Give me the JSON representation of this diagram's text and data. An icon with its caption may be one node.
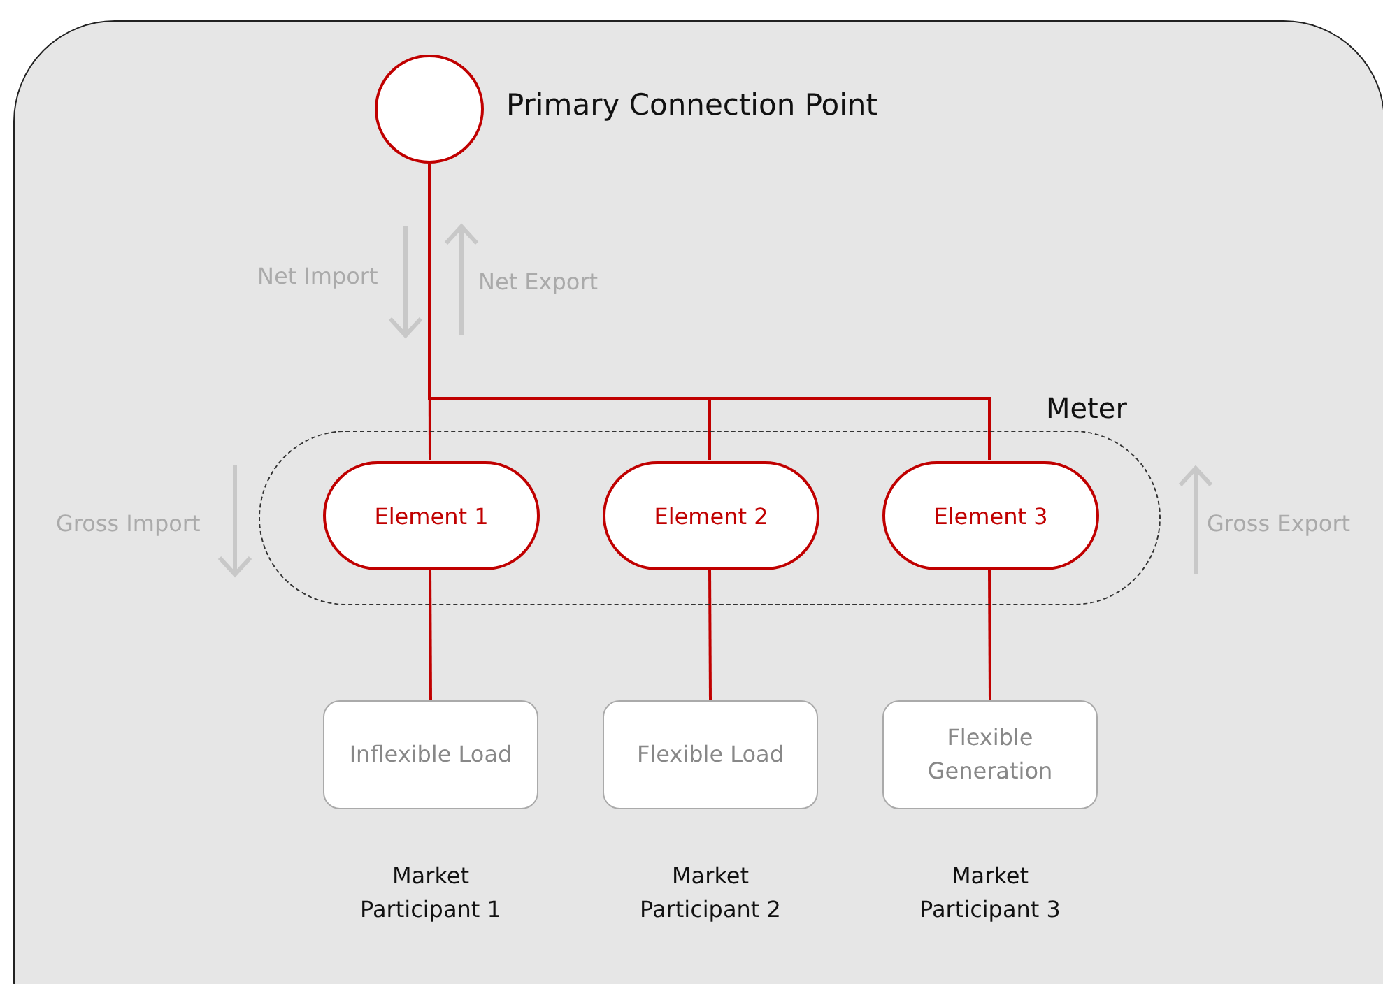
{
  "diagram": {
    "nodes": [
      {
        "text": [
          "Primary Connection Point"
        ]
      },
      {
        "text": [
          "Meter"
        ]
      },
      {
        "text": [
          "Element 1"
        ],
        "in": 1
      },
      {
        "text": [
          "Element 2"
        ],
        "in": 1
      },
      {
        "text": [
          "Element 3"
        ],
        "in": 1
      },
      {
        "text": [
          "Inflexible Load"
        ],
        "beside": [
          "Market Participant 1"
        ]
      },
      {
        "text": [
          "Flexible Load"
        ],
        "beside": [
          "Market Participant 2"
        ]
      },
      {
        "text": [
          "Flexible Generation"
        ],
        "beside": [
          "Market Participant 3"
        ]
      }
    ],
    "edges": [
      {
        "from": 0,
        "to": 2,
        "arrow": "none"
      },
      {
        "from": 0,
        "to": 3,
        "arrow": "none"
      },
      {
        "from": 0,
        "to": 4,
        "arrow": "none"
      },
      {
        "from": 2,
        "to": 5,
        "arrow": "none"
      },
      {
        "from": 3,
        "to": 6,
        "arrow": "none"
      },
      {
        "from": 4,
        "to": 7,
        "arrow": "none"
      }
    ],
    "labels": [
      "Net Import",
      "Net Export",
      "Gross Import",
      "Gross Export"
    ]
  }
}
